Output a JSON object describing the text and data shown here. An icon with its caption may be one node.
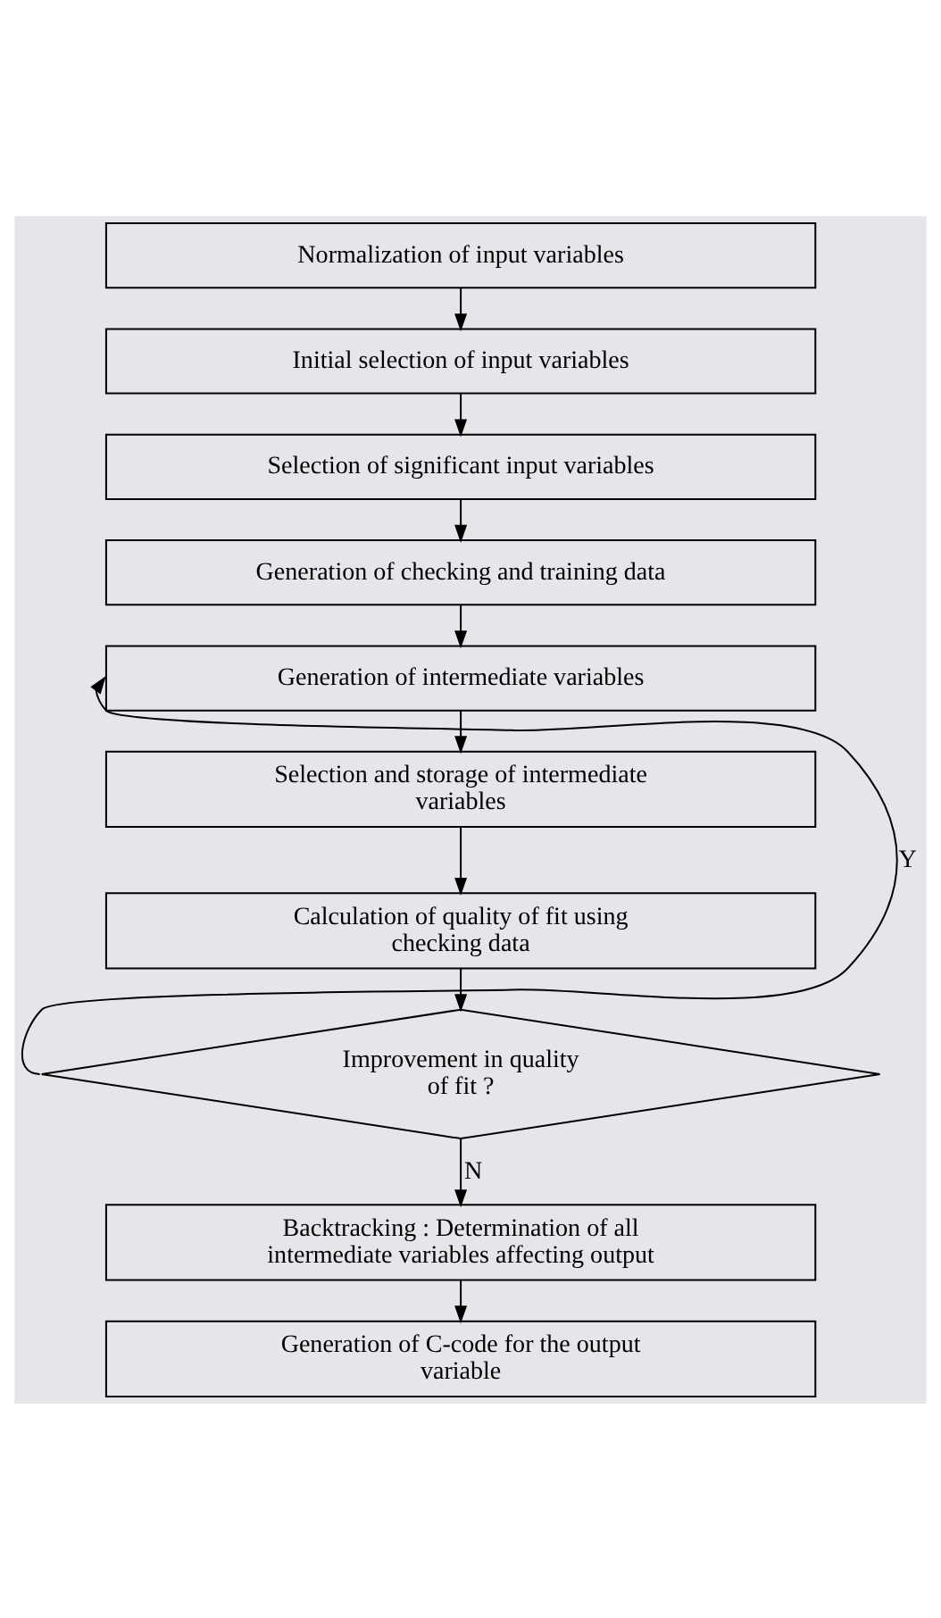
{
  "diagram": {
    "nodes": [
      {
        "text": [
          "Normalization of input variables"
        ]
      },
      {
        "text": [
          "Initial selection of input variables"
        ]
      },
      {
        "text": [
          "Selection of significant input variables"
        ]
      },
      {
        "text": [
          "Generation of checking and training data"
        ]
      },
      {
        "text": [
          "Generation of intermediate variables"
        ]
      },
      {
        "text": [
          "Selection and storage of intermediate variables"
        ]
      },
      {
        "text": [
          "Calculation of quality of fit using checking data"
        ]
      },
      {
        "text": [
          "Improvement in quality of fit ?"
        ]
      },
      {
        "text": [
          "Backtracking : Determination of all intermediate variables affecting output"
        ]
      },
      {
        "text": [
          "Generation of C-code for the output variable"
        ]
      }
    ],
    "edges": [
      {
        "from": 0,
        "to": 1,
        "arrow": "to"
      },
      {
        "from": 1,
        "to": 2,
        "arrow": "to"
      },
      {
        "from": 2,
        "to": 3,
        "arrow": "to"
      },
      {
        "from": 3,
        "to": 4,
        "arrow": "to"
      },
      {
        "from": 4,
        "to": 5,
        "arrow": "to"
      },
      {
        "from": 5,
        "to": 6,
        "arrow": "to"
      },
      {
        "from": 6,
        "to": 7,
        "arrow": "to"
      },
      {
        "from": 7,
        "to": 4,
        "arrow": "to",
        "label": "Y"
      },
      {
        "from": 7,
        "to": 8,
        "arrow": "to",
        "label": "N"
      },
      {
        "from": 8,
        "to": 9,
        "arrow": "to"
      }
    ]
  }
}
